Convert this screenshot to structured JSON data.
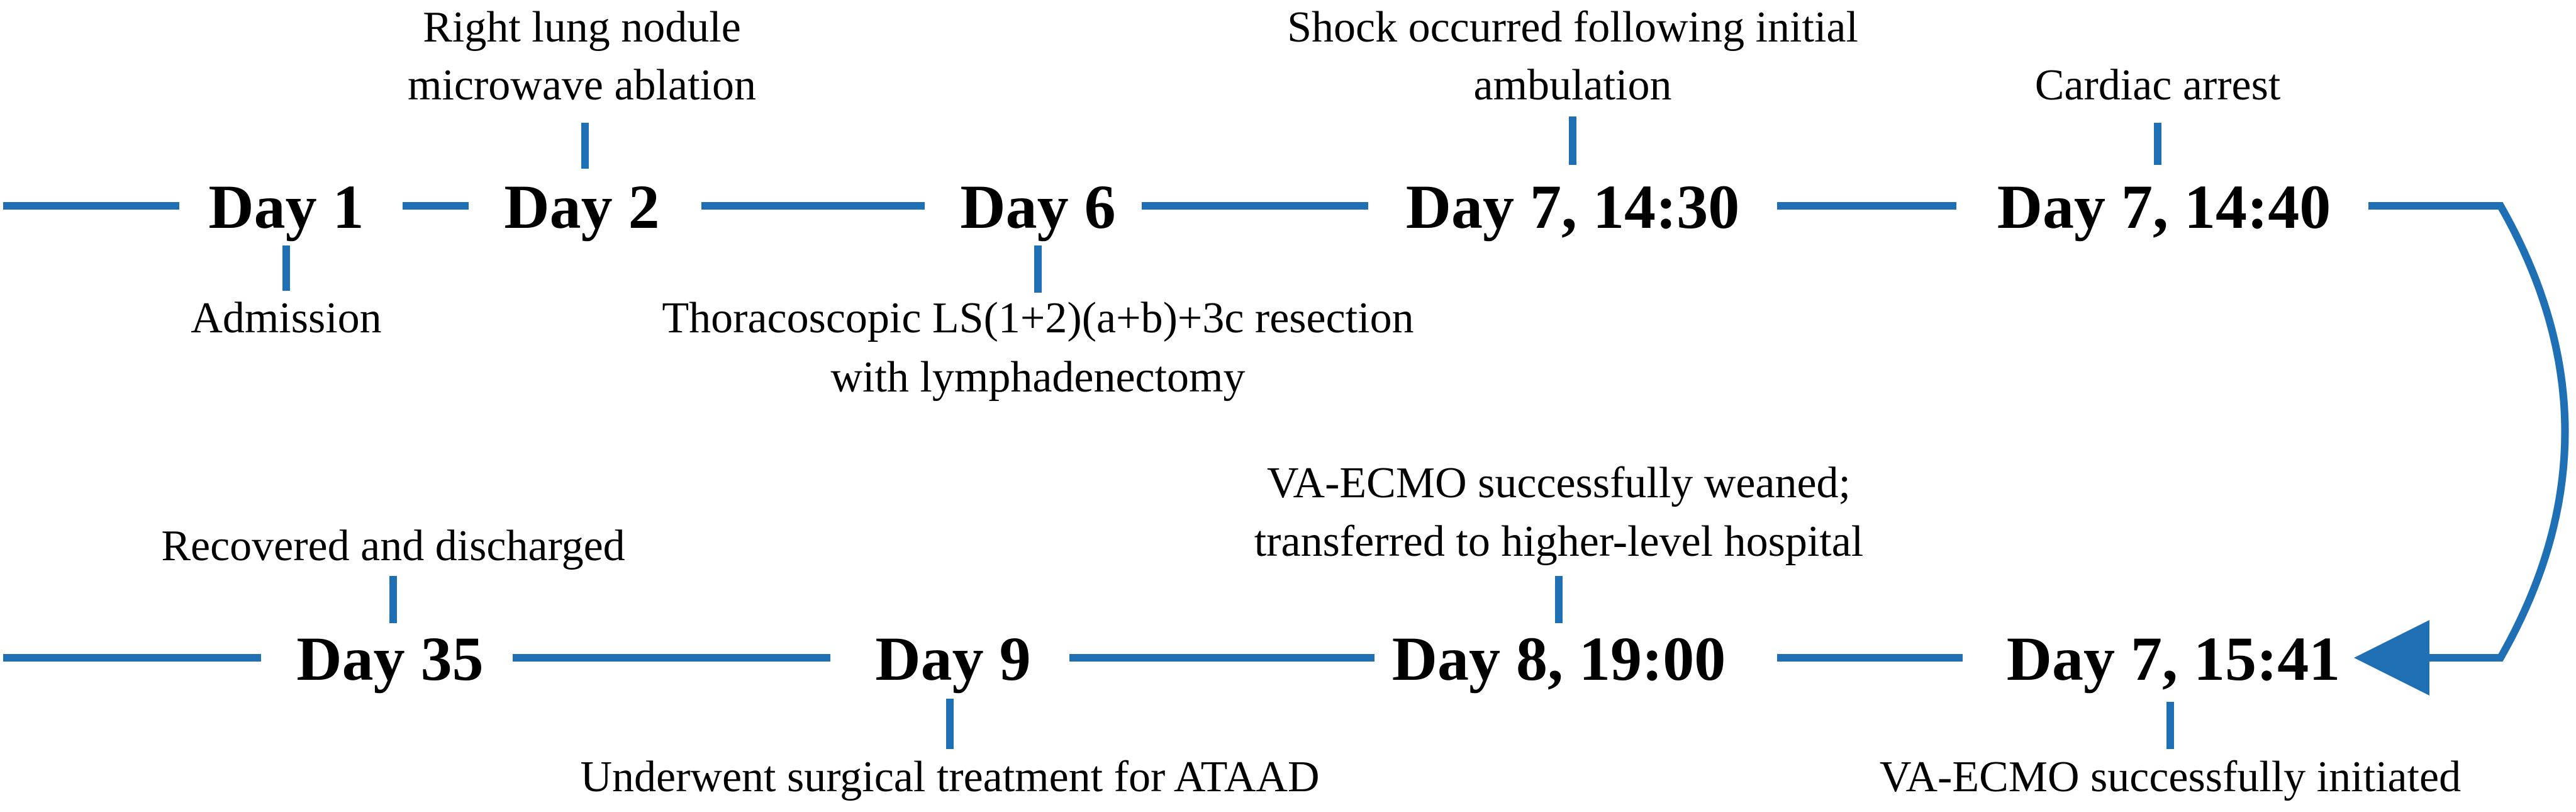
{
  "colors": {
    "line": "#1f6fb5",
    "text": "#000000",
    "background": "#ffffff"
  },
  "timeline": {
    "row1": {
      "days": {
        "day1": "Day 1",
        "day2": "Day 2",
        "day6": "Day 6",
        "day7a": "Day 7, 14:30",
        "day7b": "Day 7, 14:40"
      },
      "events": {
        "admission": "Admission",
        "ablation": [
          "Right lung nodule",
          "microwave ablation"
        ],
        "resection": [
          "Thoracoscopic LS(1+2)(a+b)+3c resection",
          "with lymphadenectomy"
        ],
        "shock": [
          "Shock occurred following initial",
          "ambulation"
        ],
        "arrest": "Cardiac arrest"
      }
    },
    "row2": {
      "days": {
        "day35": "Day 35",
        "day9": "Day 9",
        "day8": "Day 8, 19:00",
        "day7c": "Day 7, 15:41"
      },
      "events": {
        "discharge": "Recovered and discharged",
        "surgery": "Underwent surgical treatment for ATAAD",
        "weaned": [
          "VA-ECMO successfully weaned;",
          "transferred to higher-level hospital"
        ],
        "ecmo_start": "VA-ECMO successfully initiated"
      }
    }
  }
}
